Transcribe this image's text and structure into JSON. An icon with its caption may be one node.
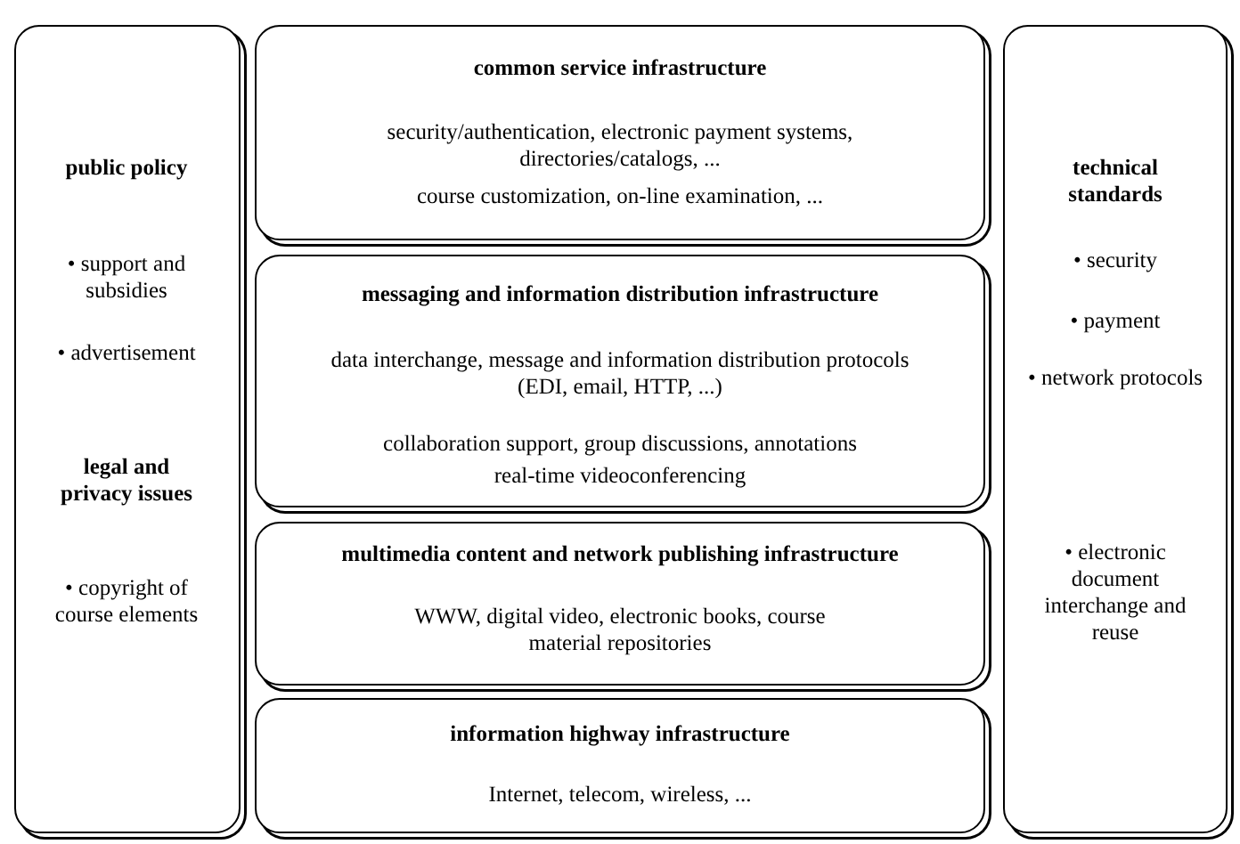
{
  "diagram": {
    "nodes": [
      {
        "text": [
          "public policy",
          "• support and subsidies",
          "• advertisement",
          "legal and privacy issues",
          "• copyright of course elements"
        ]
      },
      {
        "text": [
          "common service infrastructure",
          "security/authentication, electronic payment systems, directories/catalogs, ...",
          "course customization, on-line examination, ..."
        ]
      },
      {
        "text": [
          "messaging and information distribution infrastructure",
          "data interchange, message and information distribution protocols (EDI, email, HTTP, ...)",
          "collaboration support, group discussions, annotations",
          "real-time videoconferencing"
        ]
      },
      {
        "text": [
          "multimedia content and network publishing infrastructure",
          "WWW, digital video, electronic books, course material repositories"
        ]
      },
      {
        "text": [
          "information highway infrastructure",
          "Internet, telecom, wireless, ..."
        ]
      },
      {
        "text": [
          "technical standards",
          "• security",
          "• payment",
          "• network protocols",
          "• electronic document interchange and reuse"
        ]
      }
    ],
    "edges": []
  }
}
